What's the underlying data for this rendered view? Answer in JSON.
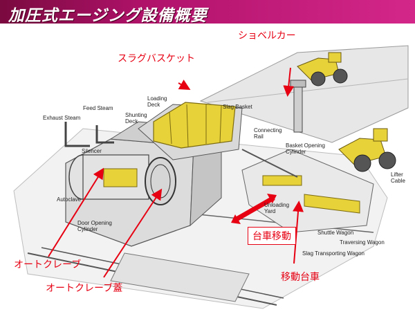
{
  "title": "加圧式エージング設備概要",
  "jp_labels": {
    "shovel_car": "ショベルカー",
    "slag_basket": "スラグバスケット",
    "autoclave": "オートクレーブ",
    "autoclave_lid": "オートクレーブ蓋",
    "cart_movement": "台車移動",
    "moving_cart": "移動台車"
  },
  "en_labels": {
    "feed_steam": "Feed Steam",
    "exhaust_steam": "Exhaust Steam",
    "loading_deck_1": "Loading",
    "loading_deck_2": "Deck",
    "shunting_deck_1": "Shunting",
    "shunting_deck_2": "Deck",
    "slag_basket": "Slag Basket",
    "connecting_rail_1": "Connecting",
    "connecting_rail_2": "Rail",
    "basket_opening_1": "Basket Opening",
    "basket_opening_2": "Cylinder",
    "silencer": "Silencer",
    "autoclave": "Autoclave",
    "door_opening_1": "Door Opening",
    "door_opening_2": "Cylinder",
    "unloading_yard_1": "Unloading",
    "unloading_yard_2": "Yard",
    "lifter_1": "Lifter",
    "lifter_2": "Cable",
    "shuttle_wagon": "Shuttle Wagon",
    "traversing_wagon": "Traversing Wagon",
    "slag_transporting_wagon": "Slag Transporting Wagon"
  },
  "colors": {
    "title_bg": "#b0126a",
    "label_red": "#e60012",
    "equipment_yellow": "#e8d23a",
    "line_gray": "#6a6a6a"
  }
}
